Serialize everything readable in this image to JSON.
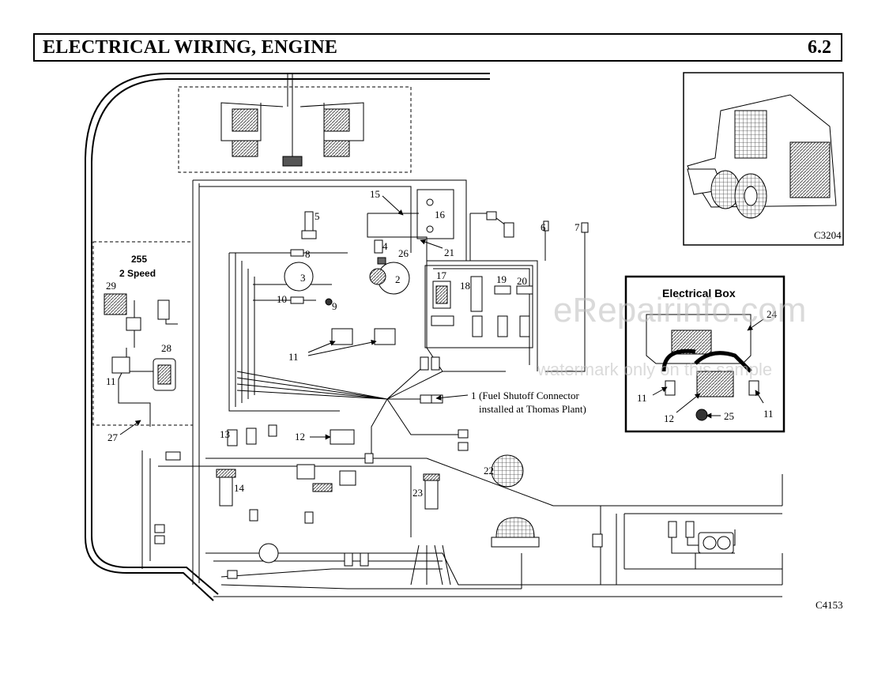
{
  "header": {
    "title": "ELECTRICAL WIRING, ENGINE",
    "section": "6.2"
  },
  "figure_codes": {
    "inset_machine": "C3204",
    "main_diagram": "C4153"
  },
  "two_speed_box": {
    "model": "255",
    "label": "2 Speed"
  },
  "electrical_box": {
    "title": "Electrical Box"
  },
  "callouts": {
    "c1": "1",
    "c1_note_line1": "(Fuel Shutoff Connector",
    "c1_note_line2": "installed at Thomas Plant)",
    "c2": "2",
    "c3": "3",
    "c4": "4",
    "c5": "5",
    "c6": "6",
    "c7": "7",
    "c8": "8",
    "c9": "9",
    "c10": "10",
    "c11": "11",
    "c12": "12",
    "c13": "13",
    "c14": "14",
    "c15": "15",
    "c16": "16",
    "c17": "17",
    "c18": "18",
    "c19": "19",
    "c20": "20",
    "c21": "21",
    "c22": "22",
    "c23": "23",
    "c24": "24",
    "c25": "25",
    "c26": "26",
    "c27": "27",
    "c28": "28",
    "c29": "29"
  },
  "watermark": {
    "brand": "eRepairinfo.com",
    "note": "watermark only on this sample"
  }
}
